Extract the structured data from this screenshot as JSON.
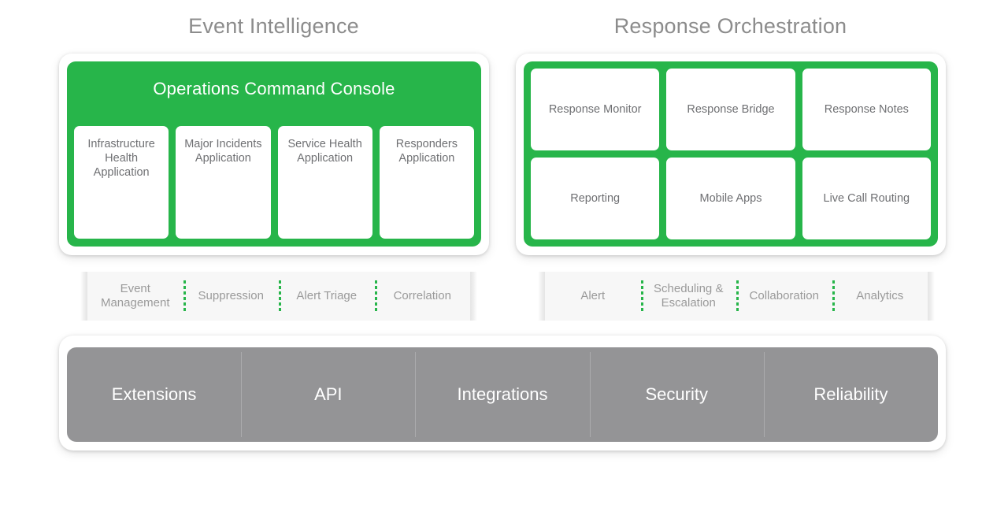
{
  "theme": {
    "green": "#27b54a",
    "gray": "#949496",
    "title_color": "#8c8c8c",
    "card_text_color": "#6f7073",
    "strip_bg": "#f7f7f7",
    "page_bg": "#ffffff"
  },
  "columns": {
    "left": {
      "title": "Event Intelligence",
      "console_heading": "Operations Command Console",
      "apps": [
        {
          "label": "Infrastructure Health Application"
        },
        {
          "label": "Major Incidents Application"
        },
        {
          "label": "Service Health Application"
        },
        {
          "label": "Responders Application"
        }
      ],
      "features": [
        {
          "label": "Event Management"
        },
        {
          "label": "Suppression"
        },
        {
          "label": "Alert Triage"
        },
        {
          "label": "Correlation"
        }
      ]
    },
    "right": {
      "title": "Response Orchestration",
      "apps": [
        {
          "label": "Response Monitor"
        },
        {
          "label": "Response Bridge"
        },
        {
          "label": "Response Notes"
        },
        {
          "label": "Reporting"
        },
        {
          "label": "Mobile Apps"
        },
        {
          "label": "Live Call Routing"
        }
      ],
      "features": [
        {
          "label": "Alert"
        },
        {
          "label": "Scheduling & Escalation"
        },
        {
          "label": "Collaboration"
        },
        {
          "label": "Analytics"
        }
      ]
    }
  },
  "platform_bar": {
    "cells": [
      {
        "label": "Extensions"
      },
      {
        "label": "API"
      },
      {
        "label": "Integrations"
      },
      {
        "label": "Security"
      },
      {
        "label": "Reliability"
      }
    ]
  }
}
